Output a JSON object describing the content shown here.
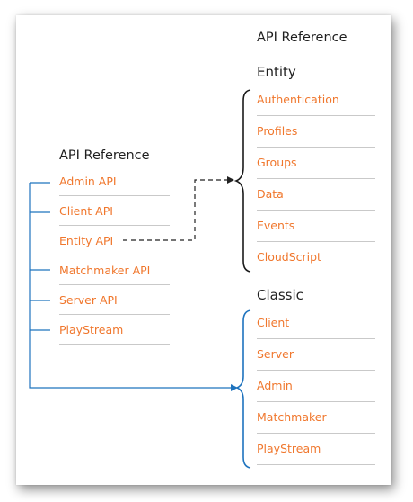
{
  "colors": {
    "link": "#f0772d",
    "connector_blue": "#1e73be",
    "heading": "#1f1f1f",
    "separator": "#c9c9c9"
  },
  "left": {
    "title": "API Reference",
    "items": [
      "Admin API",
      "Client API",
      "Entity API",
      "Matchmaker API",
      "Server API",
      "PlayStream"
    ]
  },
  "right": {
    "title": "API Reference",
    "entity": {
      "label": "Entity",
      "items": [
        "Authentication",
        "Profiles",
        "Groups",
        "Data",
        "Events",
        "CloudScript"
      ]
    },
    "classic": {
      "label": "Classic",
      "items": [
        "Client",
        "Server",
        "Admin",
        "Matchmaker",
        "PlayStream"
      ]
    }
  }
}
